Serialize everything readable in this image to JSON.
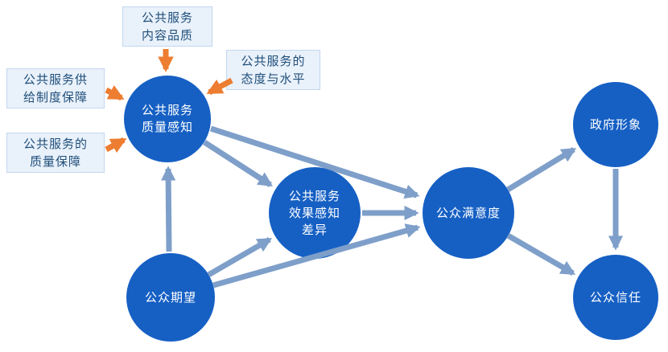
{
  "diagram": {
    "colors": {
      "node_fill": "#1660c4",
      "node_text": "#ffffff",
      "box_fill": "#e9f1fb",
      "box_border": "#c3d7ee",
      "box_text": "#1f4e79",
      "arrow_blue": "#7e9fc9",
      "arrow_orange": "#ed7d31"
    },
    "boxes": [
      {
        "id": "content-quality",
        "lines": [
          "公共服务",
          "内容品质"
        ]
      },
      {
        "id": "supply-system",
        "lines": [
          "公共服务供",
          "给制度保障"
        ]
      },
      {
        "id": "quality-guarantee",
        "lines": [
          "公共服务的",
          "质量保障"
        ]
      },
      {
        "id": "attitude-level",
        "lines": [
          "公共服务的",
          "态度与水平"
        ]
      }
    ],
    "nodes": [
      {
        "id": "quality-perception",
        "lines": [
          "公共服务",
          "质量感知"
        ]
      },
      {
        "id": "effect-gap",
        "lines": [
          "公共服务",
          "效果感知",
          "差异"
        ]
      },
      {
        "id": "public-expectation",
        "lines": [
          "公众期望"
        ]
      },
      {
        "id": "public-satisfaction",
        "lines": [
          "公众满意度"
        ]
      },
      {
        "id": "government-image",
        "lines": [
          "政府形象"
        ]
      },
      {
        "id": "public-trust",
        "lines": [
          "公众信任"
        ]
      }
    ],
    "edges": [
      {
        "from": "content-quality",
        "to": "quality-perception",
        "style": "orange"
      },
      {
        "from": "supply-system",
        "to": "quality-perception",
        "style": "orange"
      },
      {
        "from": "quality-guarantee",
        "to": "quality-perception",
        "style": "orange"
      },
      {
        "from": "attitude-level",
        "to": "quality-perception",
        "style": "orange"
      },
      {
        "from": "quality-perception",
        "to": "public-satisfaction",
        "style": "blue"
      },
      {
        "from": "quality-perception",
        "to": "effect-gap",
        "style": "blue"
      },
      {
        "from": "public-expectation",
        "to": "quality-perception",
        "style": "blue"
      },
      {
        "from": "public-expectation",
        "to": "effect-gap",
        "style": "blue"
      },
      {
        "from": "public-expectation",
        "to": "public-satisfaction",
        "style": "blue"
      },
      {
        "from": "effect-gap",
        "to": "public-satisfaction",
        "style": "blue"
      },
      {
        "from": "public-satisfaction",
        "to": "government-image",
        "style": "blue"
      },
      {
        "from": "public-satisfaction",
        "to": "public-trust",
        "style": "blue"
      },
      {
        "from": "government-image",
        "to": "public-trust",
        "style": "blue"
      }
    ]
  }
}
